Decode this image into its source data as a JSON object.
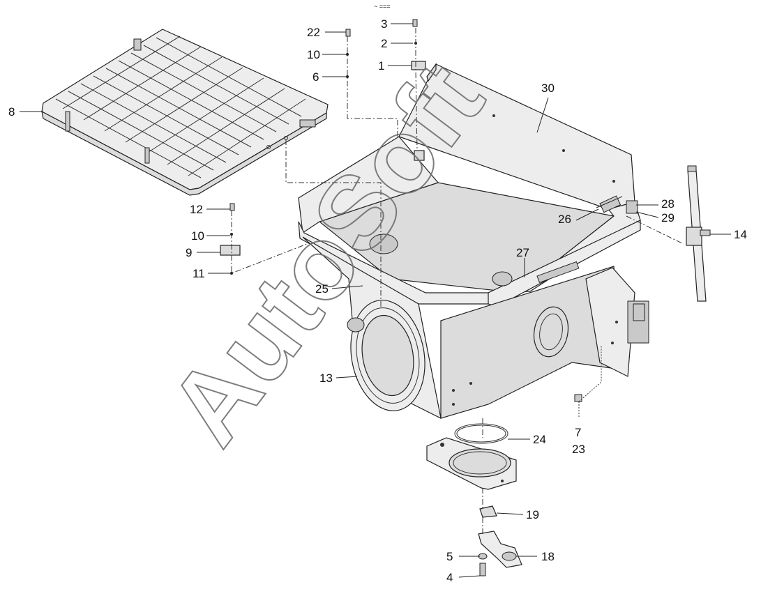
{
  "labels": {
    "l1": "1",
    "l2": "2",
    "l3": "3",
    "l4": "4",
    "l5": "5",
    "l6": "6",
    "l7": "7",
    "l8": "8",
    "l9": "9",
    "l10a": "10",
    "l10b": "10",
    "l11": "11",
    "l12": "12",
    "l13": "13",
    "l14": "14",
    "l18": "18",
    "l19": "19",
    "l22": "22",
    "l23": "23",
    "l24": "24",
    "l25": "25",
    "l26": "26",
    "l27": "27",
    "l28": "28",
    "l29": "29",
    "l30": "30"
  },
  "watermark": {
    "text": "AutoSoft"
  },
  "header_mark": "~ ==="
}
